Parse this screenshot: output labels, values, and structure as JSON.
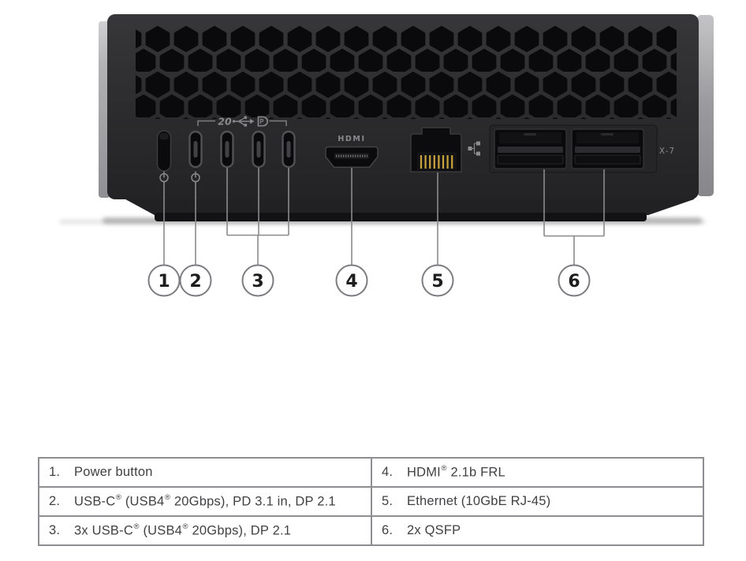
{
  "illustration": {
    "usb_group_label": "20",
    "hdmi_logo": "HDMI",
    "qsfp_label": "X-7",
    "callouts": [
      "1",
      "2",
      "3",
      "4",
      "5",
      "6"
    ]
  },
  "colors": {
    "chassis_body": "#2e2e31",
    "chassis_edge_silver": "#a9a9ad",
    "vent_hole": "#0a0a0c",
    "ethernet_pins_gold": "#c9a43c",
    "callout_line": "#8a8a8e",
    "table_border": "#8e8e92",
    "table_text": "#414144"
  },
  "spec_table": {
    "rows": [
      {
        "left_num": "1.",
        "left_text": "Power button",
        "right_num": "4.",
        "right_text": "HDMI® 2.1b FRL"
      },
      {
        "left_num": "2.",
        "left_text": "USB-C® (USB4® 20Gbps), PD 3.1 in, DP 2.1",
        "right_num": "5.",
        "right_text": "Ethernet (10GbE RJ-45)"
      },
      {
        "left_num": "3.",
        "left_text": "3x USB-C® (USB4® 20Gbps), DP 2.1",
        "right_num": "6.",
        "right_text": "2x QSFP"
      }
    ]
  }
}
